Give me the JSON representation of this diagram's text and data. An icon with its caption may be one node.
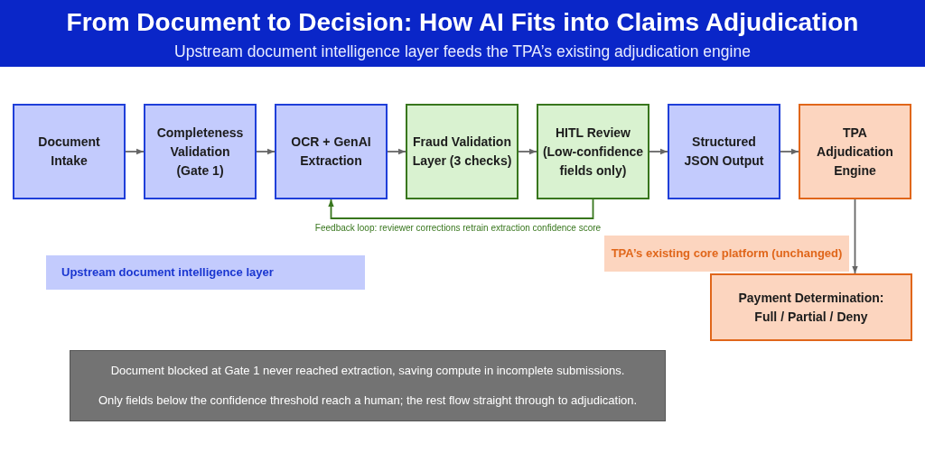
{
  "diagram": {
    "title": "From Document to Decision: How AI Fits into Claims Adjudication",
    "nodes": [
      {
        "text": [
          "Document Intake"
        ]
      },
      {
        "text": [
          "Completeness Validation (Gate 1)"
        ]
      },
      {
        "text": [
          "OCR + GenAI Extraction"
        ]
      },
      {
        "text": [
          "Fraud Validation Layer (3 checks)"
        ]
      },
      {
        "text": [
          "HITL Review (Low-confidence fields only)"
        ]
      },
      {
        "text": [
          "Structured JSON Output"
        ]
      },
      {
        "text": [
          "TPA Adjudication Engine"
        ]
      },
      {
        "text": [
          "Upstream document intelligence layer"
        ]
      },
      {
        "text": [
          "TPA’s existing core platform (unchanged)"
        ]
      },
      {
        "text": [
          "Payment Determination: Full / Partial / Deny"
        ]
      },
      {
        "text": [
          "Document blocked at Gate 1 never reached extraction, saving compute in incomplete submissions.",
          "Only fields below the confidence threshold reach a human; the rest flow straight through to adjudication."
        ]
      }
    ],
    "edges": [
      {
        "from": 0,
        "to": 1,
        "arrow": "to"
      },
      {
        "from": 1,
        "to": 2,
        "arrow": "to"
      },
      {
        "from": 2,
        "to": 3,
        "arrow": "to"
      },
      {
        "from": 3,
        "to": 4,
        "arrow": "to"
      },
      {
        "from": 4,
        "to": 5,
        "arrow": "to"
      },
      {
        "from": 5,
        "to": 6,
        "arrow": "to"
      },
      {
        "from": 6,
        "to": 9,
        "arrow": "to"
      },
      {
        "from": 4,
        "to": 2,
        "arrow": "to",
        "label": "Feedback loop: reviewer corrections retrain extraction confidence score",
        "color": "#38761d"
      }
    ],
    "labels": [
      "Upstream document intelligence layer feeds the TPA’s existing adjudication engine"
    ]
  }
}
